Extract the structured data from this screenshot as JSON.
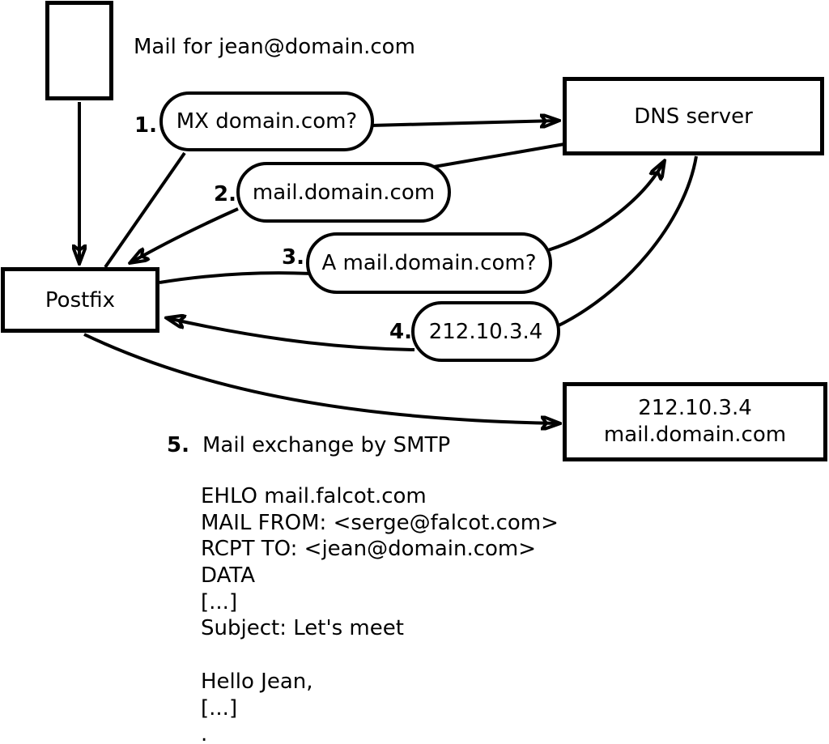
{
  "note": {
    "mail_for": "Mail for jean@domain.com"
  },
  "nodes": {
    "postfix": {
      "label": "Postfix"
    },
    "dns": {
      "label": "DNS server"
    },
    "mail_server": {
      "ip": "212.10.3.4",
      "hostname": "mail.domain.com"
    }
  },
  "steps": [
    {
      "num": "1.",
      "label": "MX domain.com?"
    },
    {
      "num": "2.",
      "label": "mail.domain.com"
    },
    {
      "num": "3.",
      "label": "A mail.domain.com?"
    },
    {
      "num": "4.",
      "label": "212.10.3.4"
    },
    {
      "num": "5.",
      "label": "Mail exchange by SMTP"
    }
  ],
  "smtp_session": {
    "lines": [
      "EHLO mail.falcot.com",
      "MAIL FROM: <serge@falcot.com>",
      "RCPT TO: <jean@domain.com>",
      "DATA",
      "[...]",
      "Subject: Let's meet",
      "",
      "Hello Jean,",
      "[...]",
      "."
    ]
  }
}
